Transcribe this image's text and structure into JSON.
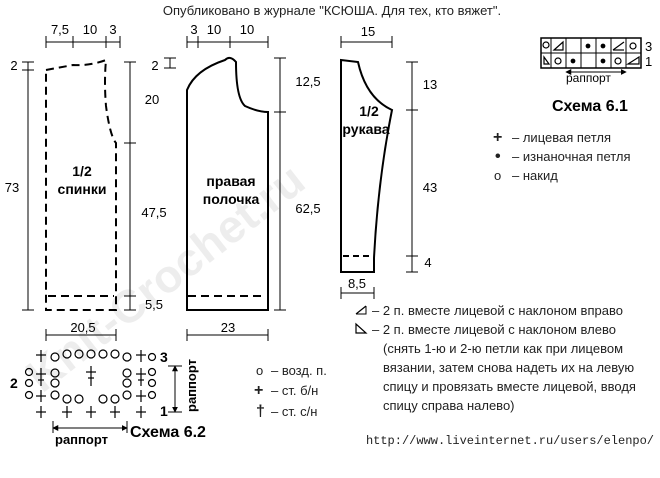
{
  "header": "Опубликовано в журнале \"КСЮША. Для тех, кто вяжет\".",
  "footer_url": "http://www.liveinternet.ru/users/elenpo/",
  "watermark": "Knit-Crochet.ru",
  "back": {
    "label_line1": "1/2",
    "label_line2": "спинки",
    "top_dims": [
      "7,5",
      "10",
      "3"
    ],
    "left_dims": [
      "2",
      "73"
    ],
    "right_dims": [
      "20",
      "47,5",
      "5,5"
    ],
    "bottom_dim": "20,5"
  },
  "front": {
    "label_line1": "правая",
    "label_line2": "полочка",
    "top_dims": [
      "3",
      "10",
      "10"
    ],
    "left_dims": [
      "2"
    ],
    "right_dims": [
      "12,5",
      "62,5"
    ],
    "bottom_dim": "23"
  },
  "sleeve": {
    "label_line1": "1/2",
    "label_line2": "рукава",
    "top_dim": "15",
    "right_dims": [
      "13",
      "43",
      "4"
    ],
    "bottom_dim": "8,5"
  },
  "scheme61": {
    "title": "Схема 6.1",
    "row_numbers": [
      "3",
      "1"
    ],
    "rapport": "раппорт",
    "legend": [
      {
        "symbol": "+",
        "text": "– лицевая петля"
      },
      {
        "symbol": "•",
        "text": "– изнаночная петля"
      },
      {
        "symbol": "o",
        "text": "– накид"
      }
    ]
  },
  "decrease_legend": [
    {
      "icon": "right-slant-decrease-icon",
      "text": "– 2 п. вместе лицевой с наклоном вправо"
    },
    {
      "icon": "left-slant-decrease-icon",
      "text": "– 2 п. вместе лицевой с наклоном влево"
    }
  ],
  "decrease_note": [
    "(снять 1-ю и 2-ю петли как при лицевом",
    "вязании, затем снова надеть их на левую",
    "спицу и провязать вместе лицевой, вводя",
    "спицу справа налево)"
  ],
  "scheme62": {
    "title": "Схема 6.2",
    "rapport_bottom": "раппорт",
    "rapport_side": "раппорт",
    "row_numbers_left": [
      "2"
    ],
    "row_numbers_right": [
      "3",
      "1"
    ],
    "legend": [
      {
        "symbol": "o",
        "text": "– возд. п."
      },
      {
        "symbol": "+",
        "text": "– ст. б/н"
      },
      {
        "symbol": "†",
        "text": "– ст. с/н"
      }
    ]
  }
}
